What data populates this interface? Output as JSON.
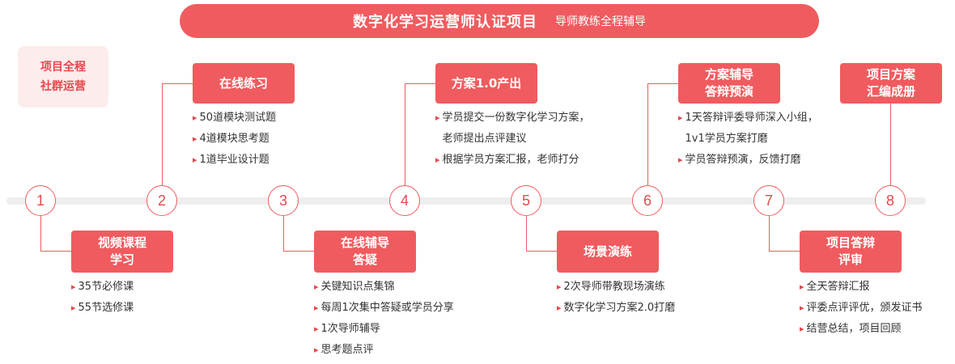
{
  "header": {
    "title": "数字化学习运营师认证项目",
    "subtitle": "导师教练全程辅导"
  },
  "community_box": {
    "line1": "项目全程",
    "line2": "社群运营"
  },
  "colors": {
    "accent": "#f05b5f",
    "accent_text": "#e5484d",
    "light_badge": "#fdecec",
    "timeline": "#eeeeee"
  },
  "steps": [
    {
      "number": "1",
      "position": "below",
      "stage": [
        "视频课程",
        "学习"
      ],
      "items": [
        "35节必修课",
        "55节选修课"
      ]
    },
    {
      "number": "2",
      "position": "above",
      "stage": [
        "在线练习"
      ],
      "items": [
        "50道模块测试题",
        "4道模块思考题",
        "1道毕业设计题"
      ]
    },
    {
      "number": "3",
      "position": "below",
      "stage": [
        "在线辅导",
        "答疑"
      ],
      "items": [
        "关键知识点集锦",
        "每周1次集中答疑或学员分享",
        "1次导师辅导",
        "思考题点评"
      ]
    },
    {
      "number": "4",
      "position": "above",
      "stage": [
        "方案1.0产出"
      ],
      "items": [
        "学员提交一份数字化学习方案，",
        "老师提出点评建议",
        "根据学员方案汇报，老师打分"
      ],
      "continuation": [
        1
      ]
    },
    {
      "number": "5",
      "position": "below",
      "stage": [
        "场景演练"
      ],
      "items": [
        "2次导师带教现场演练",
        "数字化学习方案2.0打磨"
      ]
    },
    {
      "number": "6",
      "position": "above",
      "stage": [
        "方案辅导",
        "答辩预演"
      ],
      "items": [
        "1天答辩评委导师深入小组，",
        "1v1学员方案打磨",
        "学员答辩预演，反馈打磨"
      ],
      "continuation": [
        1
      ]
    },
    {
      "number": "7",
      "position": "below",
      "stage": [
        "项目答辩",
        "评审"
      ],
      "items": [
        "全天答辩汇报",
        "评委点评评优，颁发证书",
        "结营总结，项目回顾"
      ]
    },
    {
      "number": "8",
      "position": "above",
      "stage": [
        "项目方案",
        "汇编成册"
      ],
      "items": []
    }
  ]
}
